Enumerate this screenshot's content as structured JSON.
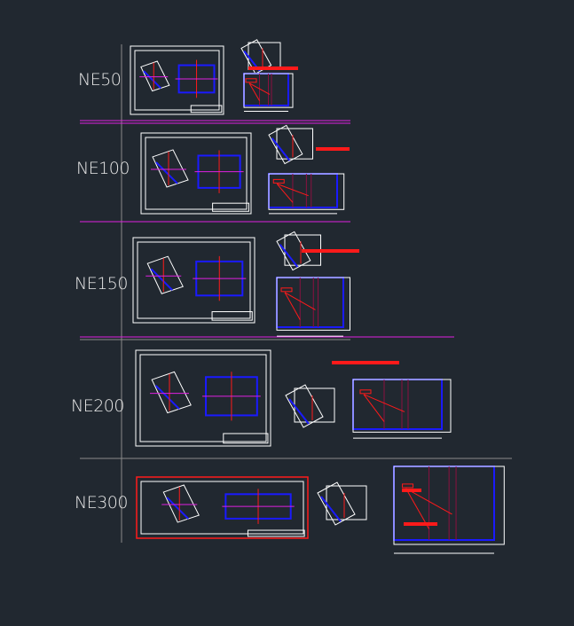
{
  "viewport": {
    "background": "#212830"
  },
  "rows": [
    {
      "label": "NE50"
    },
    {
      "label": "NE100"
    },
    {
      "label": "NE150"
    },
    {
      "label": "NE200"
    },
    {
      "label": "NE300"
    }
  ],
  "colors": {
    "outline": "#ffffff",
    "blue": "#1a1aff",
    "red": "#ff1a1a",
    "magenta": "#e020e0",
    "divider": "#8a8a8a",
    "centerline": "#8a1040"
  }
}
